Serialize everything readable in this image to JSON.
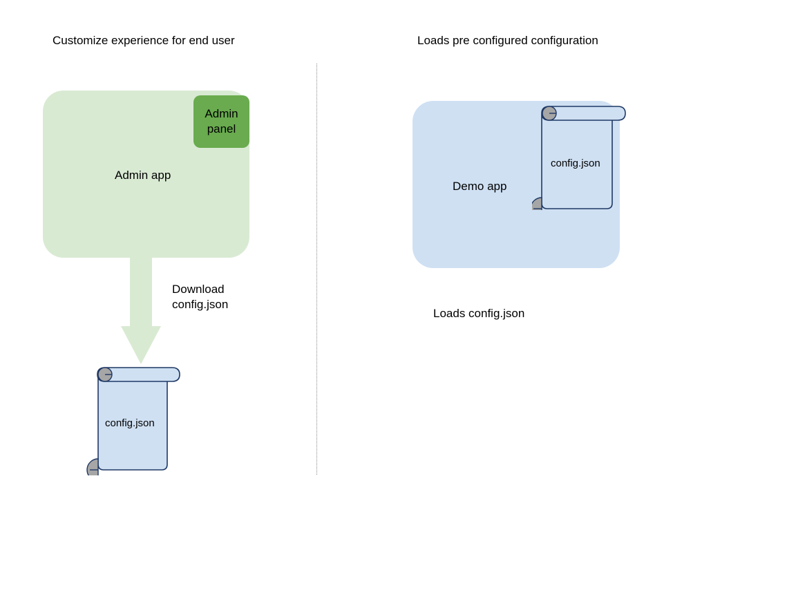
{
  "diagram": {
    "title_left": "Customize experience for end user",
    "title_right": "Loads pre configured configuration",
    "left_flow": {
      "app_box_label": "Admin app",
      "admin_panel_line1": "Admin",
      "admin_panel_line2": "panel",
      "arrow_label_line1": "Download",
      "arrow_label_line2": "config.json",
      "document_label": "config.json"
    },
    "right_flow": {
      "app_box_label": "Demo app",
      "document_label": "config.json",
      "caption": "Loads config.json"
    },
    "colors": {
      "admin_app_fill": "#d9ead3",
      "admin_panel_fill": "#69ab4e",
      "demo_app_fill": "#cfe0f3",
      "document_fill": "#cfe0f3",
      "document_stroke": "#1f3864",
      "curl_fill": "#a6a6a6",
      "arrow_fill": "#d9ead3",
      "divider_stroke": "#8a8a8a",
      "text": "#000000"
    },
    "icons": {
      "arrow": "down-arrow-icon",
      "document": "scroll-document-icon",
      "divider": "vertical-dotted-divider"
    }
  }
}
